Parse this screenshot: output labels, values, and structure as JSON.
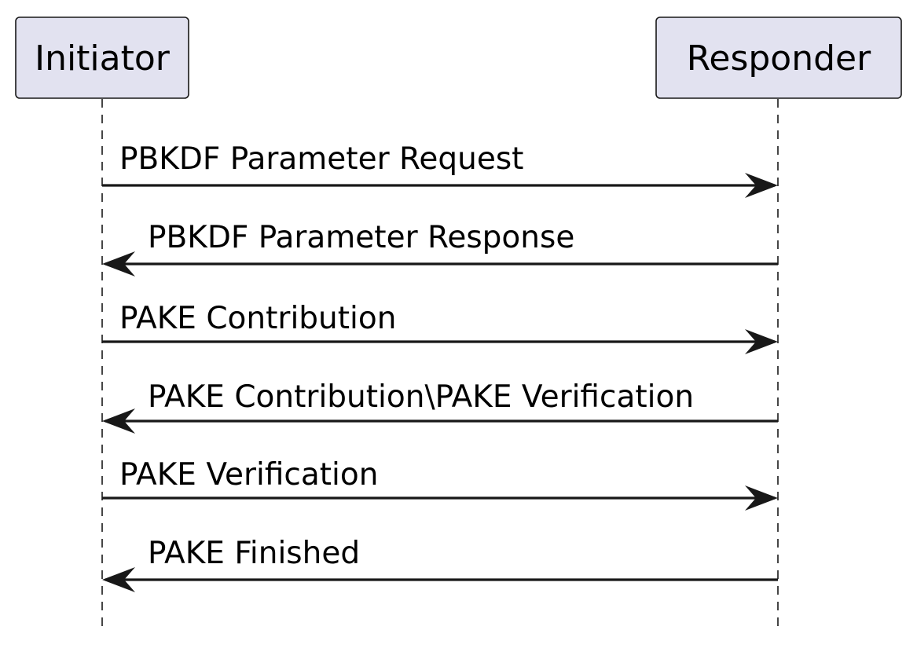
{
  "participants": [
    {
      "id": "initiator",
      "label": "Initiator"
    },
    {
      "id": "responder",
      "label": "Responder"
    }
  ],
  "messages": [
    {
      "from": "initiator",
      "to": "responder",
      "label": "PBKDF Parameter Request"
    },
    {
      "from": "responder",
      "to": "initiator",
      "label": "PBKDF Parameter Response"
    },
    {
      "from": "initiator",
      "to": "responder",
      "label": "PAKE Contribution"
    },
    {
      "from": "responder",
      "to": "initiator",
      "label": "PAKE Contribution\\PAKE Verification"
    },
    {
      "from": "initiator",
      "to": "responder",
      "label": "PAKE Verification"
    },
    {
      "from": "responder",
      "to": "initiator",
      "label": "PAKE Finished"
    }
  ],
  "colors": {
    "participant_fill": "#e2e2f0",
    "line": "#181818",
    "text": "#000000"
  }
}
